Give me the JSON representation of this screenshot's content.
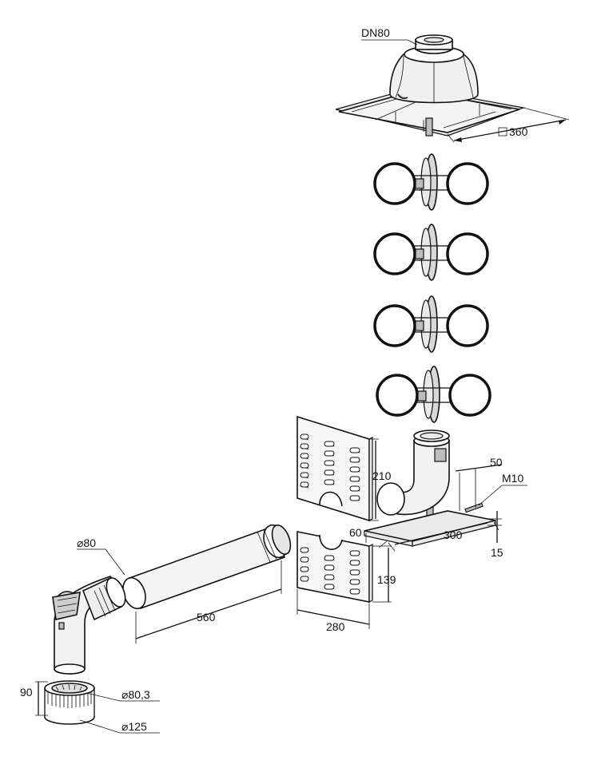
{
  "diagram": {
    "labels": {
      "roof_flange": "DN80",
      "flange_square": "360",
      "height_210": "210",
      "width_50": "50",
      "thread": "M10",
      "depth_60": "60",
      "length_300": "300",
      "height_15": "15",
      "diameter_80": "80",
      "height_139": "139",
      "width_280": "280",
      "length_560": "560",
      "height_90": "90",
      "diameter_80_3": "80,3",
      "diameter_125": "125"
    },
    "symbols": {
      "diameter": "⌀",
      "square": "□"
    }
  }
}
